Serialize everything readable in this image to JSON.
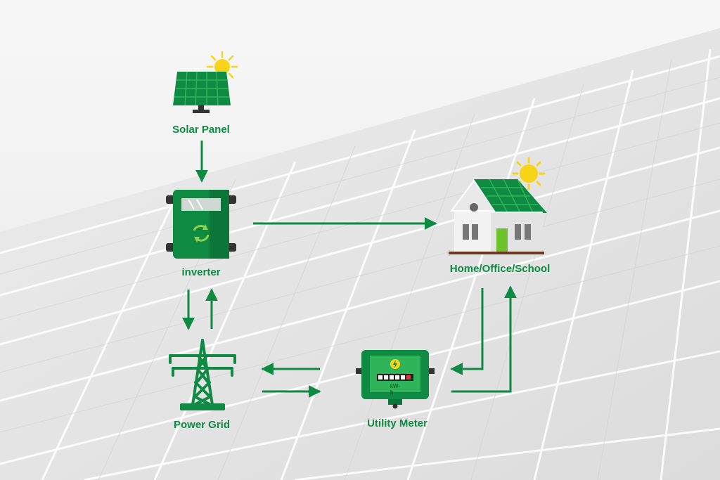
{
  "nodes": {
    "solar_panel": {
      "label": "Solar Panel"
    },
    "inverter": {
      "label": "inverter"
    },
    "home": {
      "label": "Home/Office/School"
    },
    "power_grid": {
      "label": "Power Grid"
    },
    "utility_meter": {
      "label": "Utility Meter",
      "unit": "kW-h"
    }
  },
  "colors": {
    "primary_green": "#0e8a43",
    "light_green": "#2fb45a",
    "door_green": "#6cc22b",
    "sun_yellow": "#f7d417",
    "ground_brown": "#6b3a1e"
  }
}
